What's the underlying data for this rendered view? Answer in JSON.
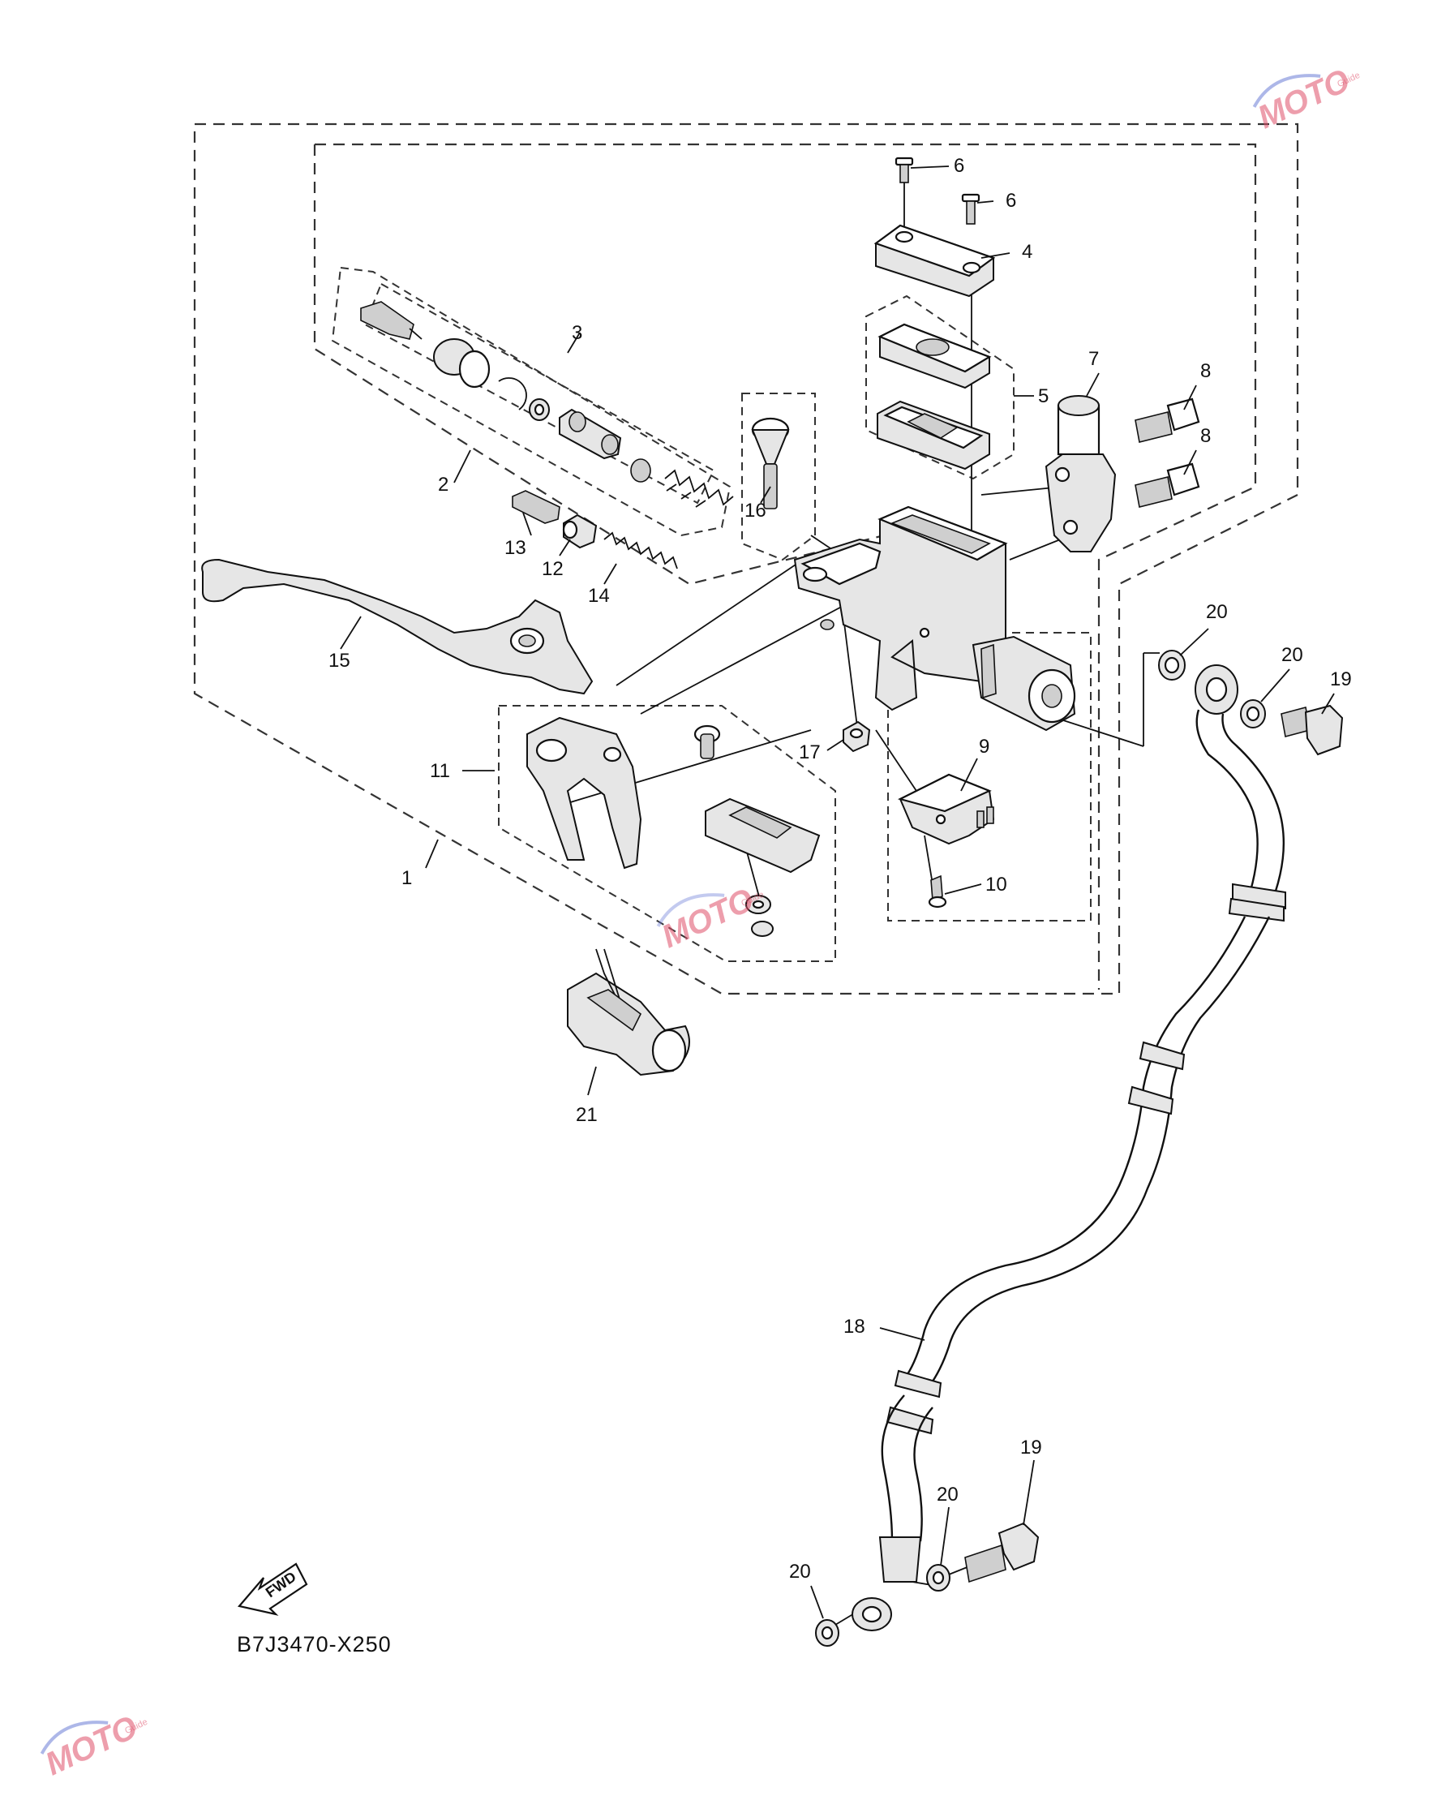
{
  "diagram": {
    "code": "B7J3470-X250",
    "fwd_label": "FWD",
    "watermark": {
      "brand": "MOTO",
      "sub": "Guide"
    },
    "callouts": [
      {
        "id": "c1",
        "text": "1"
      },
      {
        "id": "c2",
        "text": "2"
      },
      {
        "id": "c3",
        "text": "3"
      },
      {
        "id": "c4",
        "text": "4"
      },
      {
        "id": "c5",
        "text": "5"
      },
      {
        "id": "c6a",
        "text": "6"
      },
      {
        "id": "c6b",
        "text": "6"
      },
      {
        "id": "c7",
        "text": "7"
      },
      {
        "id": "c8a",
        "text": "8"
      },
      {
        "id": "c8b",
        "text": "8"
      },
      {
        "id": "c9",
        "text": "9"
      },
      {
        "id": "c10",
        "text": "10"
      },
      {
        "id": "c11",
        "text": "11"
      },
      {
        "id": "c12",
        "text": "12"
      },
      {
        "id": "c13",
        "text": "13"
      },
      {
        "id": "c14",
        "text": "14"
      },
      {
        "id": "c15",
        "text": "15"
      },
      {
        "id": "c16",
        "text": "16"
      },
      {
        "id": "c17",
        "text": "17"
      },
      {
        "id": "c18",
        "text": "18"
      },
      {
        "id": "c19a",
        "text": "19"
      },
      {
        "id": "c19b",
        "text": "19"
      },
      {
        "id": "c20a",
        "text": "20"
      },
      {
        "id": "c20b",
        "text": "20"
      },
      {
        "id": "c20c",
        "text": "20"
      },
      {
        "id": "c20d",
        "text": "20"
      },
      {
        "id": "c21",
        "text": "21"
      }
    ]
  }
}
